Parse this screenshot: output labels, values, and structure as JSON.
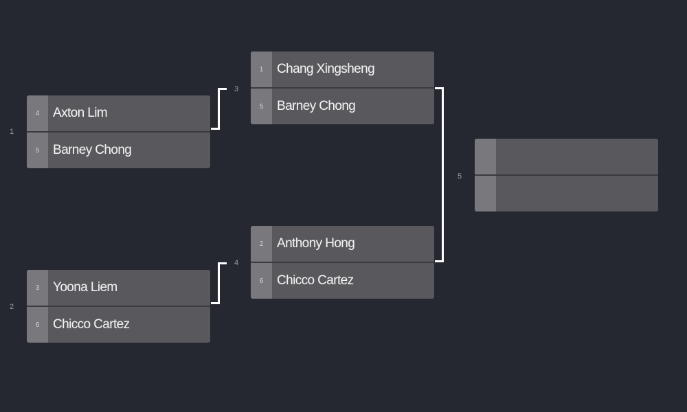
{
  "bracket": {
    "round1": [
      {
        "match_number": "1",
        "top": {
          "seed": "4",
          "name": "Axton Lim"
        },
        "bottom": {
          "seed": "5",
          "name": "Barney Chong"
        }
      },
      {
        "match_number": "2",
        "top": {
          "seed": "3",
          "name": "Yoona Liem"
        },
        "bottom": {
          "seed": "6",
          "name": "Chicco Cartez"
        }
      }
    ],
    "round2": [
      {
        "match_number": "3",
        "top": {
          "seed": "1",
          "name": "Chang Xingsheng"
        },
        "bottom": {
          "seed": "5",
          "name": "Barney Chong"
        }
      },
      {
        "match_number": "4",
        "top": {
          "seed": "2",
          "name": "Anthony Hong"
        },
        "bottom": {
          "seed": "6",
          "name": "Chicco Cartez"
        }
      }
    ],
    "final": {
      "match_number": "5",
      "top": {
        "seed": "",
        "name": ""
      },
      "bottom": {
        "seed": "",
        "name": ""
      }
    }
  },
  "colors": {
    "background": "#262831",
    "match_box": "#58585d",
    "seed_box": "#78787d",
    "connector": "#ffffff"
  }
}
